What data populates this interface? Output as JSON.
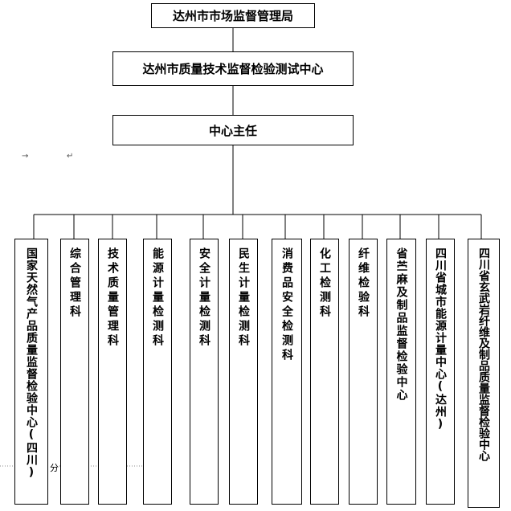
{
  "top_boxes": [
    {
      "label": "达州市市场监督管理局"
    },
    {
      "label": "达州市质量技术监督检验测试中心"
    },
    {
      "label": "中心主任"
    }
  ],
  "departments": [
    {
      "label": "国家天然气产品质量监督检验中心(四川)"
    },
    {
      "label": "综合管理科"
    },
    {
      "label": "技术质量管理科"
    },
    {
      "label": "能源计量检测科"
    },
    {
      "label": "安全计量检测科"
    },
    {
      "label": "民生计量检测科"
    },
    {
      "label": "消费品安全检测科"
    },
    {
      "label": "化工检测科"
    },
    {
      "label": "纤维检验科"
    },
    {
      "label": "省苎麻及制品监督检验中心"
    },
    {
      "label": "四川省城市能源计量中心(达州)"
    },
    {
      "label": "四川省玄武岩纤维及制品质量监督检验中心"
    }
  ],
  "stray_text": {
    "arrow": "→",
    "return_mark": "↵",
    "fen": "分"
  }
}
